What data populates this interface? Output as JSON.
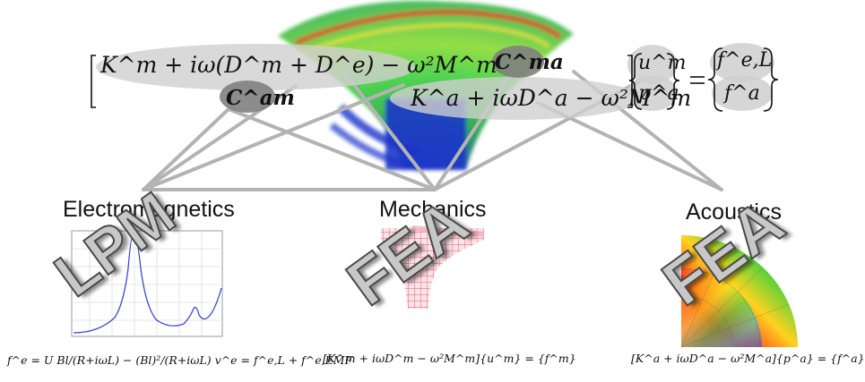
{
  "main_equation": {
    "term_mechanical": "K^m + iω(D^m + D^e) − ω²M^m",
    "term_acoustic": "K^a + iωD^a − ω²M^m",
    "coupling_ma": "C^ma",
    "coupling_am": "C^am",
    "unknowns": [
      "u^m",
      "p^a"
    ],
    "rhs": [
      "f^e,L",
      "f^a"
    ]
  },
  "domains": [
    {
      "title": "Electromagnetics",
      "method": "LPM",
      "equation": "f^e = U Bl/(R+iωL) − (Bl)²/(R+iωL) v^e = f^e,L + f^e,EMF"
    },
    {
      "title": "Mechanics",
      "method": "FEA",
      "equation": "[K^m + iωD^m − ω²M^m]{u^m} = {f^m}"
    },
    {
      "title": "Acoustics",
      "method": "FEA",
      "equation": "[K^a + iωD^a − ω²M^a]{p^a} = {f^a}"
    }
  ],
  "colors": {
    "ellipse_fill": "#cfcfcf",
    "coupling_fill": "#7f7f7f",
    "connector": "#b3b3b3",
    "plot_line": "#3b4bd6",
    "mesh_line": "#e0304a"
  }
}
